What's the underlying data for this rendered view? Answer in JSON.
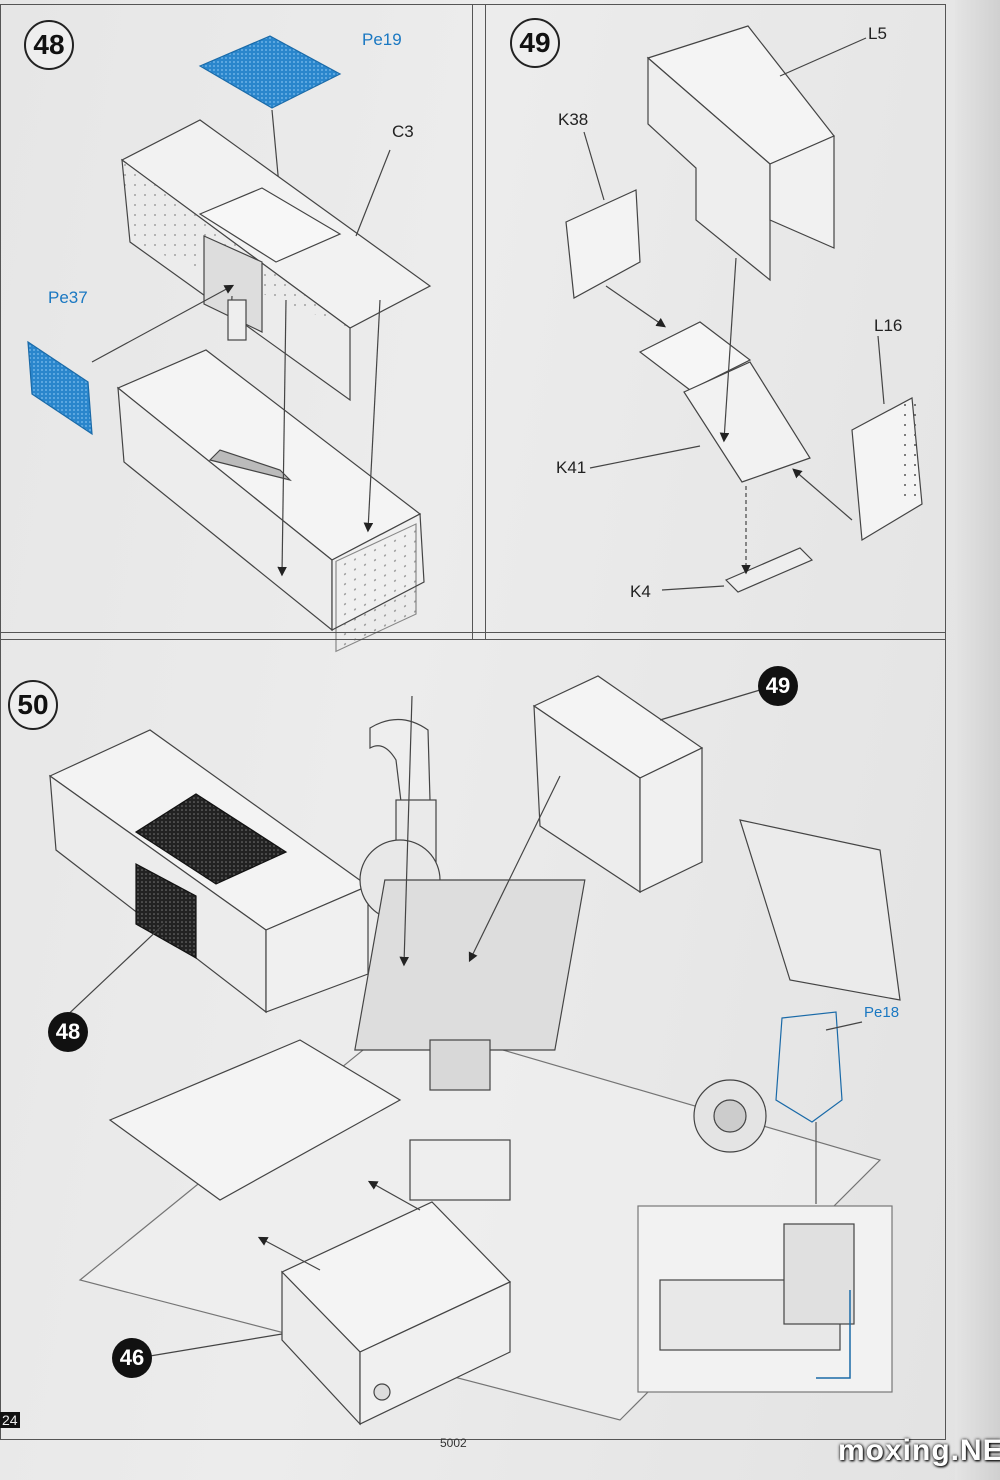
{
  "steps": {
    "s48": "48",
    "s49": "49",
    "s50": "50"
  },
  "parts": {
    "pe19": "Pe19",
    "c3": "C3",
    "pe37": "Pe37",
    "l5": "L5",
    "k38": "K38",
    "l16": "L16",
    "k41": "K41",
    "k4": "K4",
    "pe18": "Pe18"
  },
  "refs": {
    "r49": "49",
    "r48": "48",
    "r46": "46"
  },
  "footer": {
    "page_code": "5002",
    "page_left": "24",
    "watermark": "moxing.NET"
  },
  "colors": {
    "etch_blue": "#2a86cc",
    "label_blue": "#1a78c2",
    "line": "#444444"
  }
}
